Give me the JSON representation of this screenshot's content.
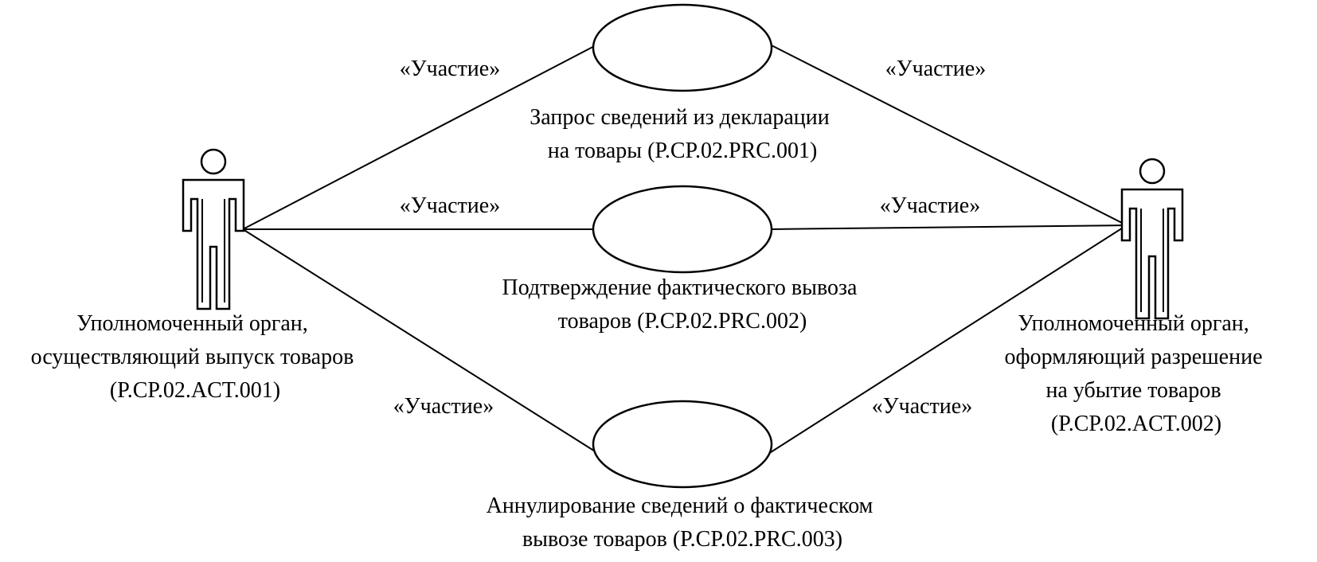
{
  "actors": {
    "left": {
      "icon": "person-icon",
      "label_lines": [
        "Уполномоченный орган,",
        "осуществляющий выпуск товаров",
        "(P.CP.02.ACT.001)"
      ]
    },
    "right": {
      "icon": "person-icon",
      "label_lines": [
        "Уполномоченный орган,",
        "оформляющий разрешение",
        "на убытие товаров",
        "(P.CP.02.ACT.002)"
      ]
    }
  },
  "use_cases": [
    {
      "label_lines": [
        "Запрос сведений из декларации",
        "на товары (P.CP.02.PRC.001)"
      ]
    },
    {
      "label_lines": [
        "Подтверждение фактического вывоза",
        "товаров (P.CP.02.PRC.002)"
      ]
    },
    {
      "label_lines": [
        "Аннулирование сведений о фактическом",
        "вывозе товаров (P.CP.02.PRC.003)"
      ]
    }
  ],
  "associations": {
    "left_top": "«Участие»",
    "right_top": "«Участие»",
    "left_middle": "«Участие»",
    "right_middle": "«Участие»",
    "left_bottom": "«Участие»",
    "right_bottom": "«Участие»"
  }
}
